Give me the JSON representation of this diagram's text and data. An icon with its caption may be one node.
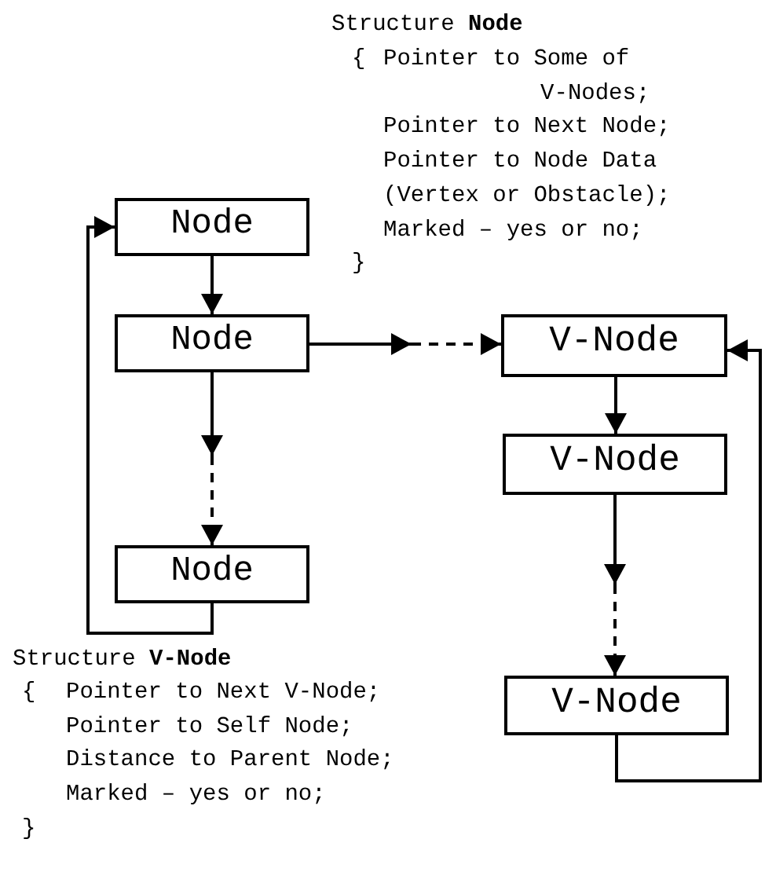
{
  "diagram": {
    "nodes": [
      {
        "text": [
          "Node"
        ]
      },
      {
        "text": [
          "Node"
        ]
      },
      {
        "text": [
          "Node"
        ]
      },
      {
        "text": [
          "V-Node"
        ]
      },
      {
        "text": [
          "V-Node"
        ]
      },
      {
        "text": [
          "V-Node"
        ]
      }
    ],
    "edges": [
      {
        "from": 0,
        "to": 1,
        "arrow": "to"
      },
      {
        "from": 1,
        "to": 3,
        "arrow": "to",
        "style": "dashed"
      },
      {
        "from": 1,
        "to": 2,
        "arrow": "to",
        "style": "dashed"
      },
      {
        "from": 2,
        "to": 0,
        "arrow": "to"
      },
      {
        "from": 3,
        "to": 4,
        "arrow": "to"
      },
      {
        "from": 4,
        "to": 5,
        "arrow": "to",
        "style": "dashed"
      },
      {
        "from": 5,
        "to": 3,
        "arrow": "to"
      }
    ],
    "labels": [
      "Structure **Node**",
      "{",
      "Pointer to Some of V-Nodes;",
      "Pointer to Next Node;",
      "Pointer to Node Data (Vertex or Obstacle);",
      "Marked – yes or no;",
      "}",
      "Structure **V-Node**",
      "{",
      "Pointer to Next V-Node;",
      "Pointer to Self Node;",
      "Distance to Parent Node;",
      "Marked – yes or no;",
      "}"
    ]
  }
}
